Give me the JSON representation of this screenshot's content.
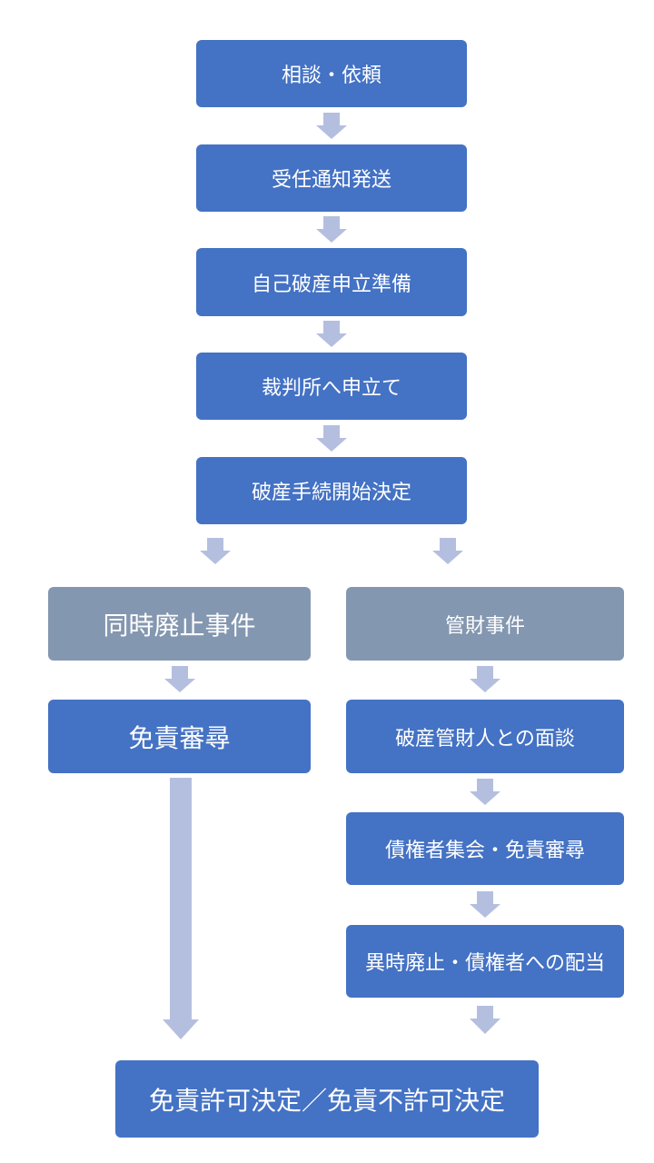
{
  "flow": {
    "step1": "相談・依頼",
    "step2": "受任通知発送",
    "step3": "自己破産申立準備",
    "step4": "裁判所へ申立て",
    "step5": "破産手続開始決定",
    "left": {
      "header": "同時廃止事件",
      "step1": "免責審尋"
    },
    "right": {
      "header": "管財事件",
      "step1": "破産管財人との面談",
      "step2": "債権者集会・免責審尋",
      "step3": "異時廃止・債権者への配当"
    },
    "final": "免責許可決定／免責不許可決定"
  }
}
